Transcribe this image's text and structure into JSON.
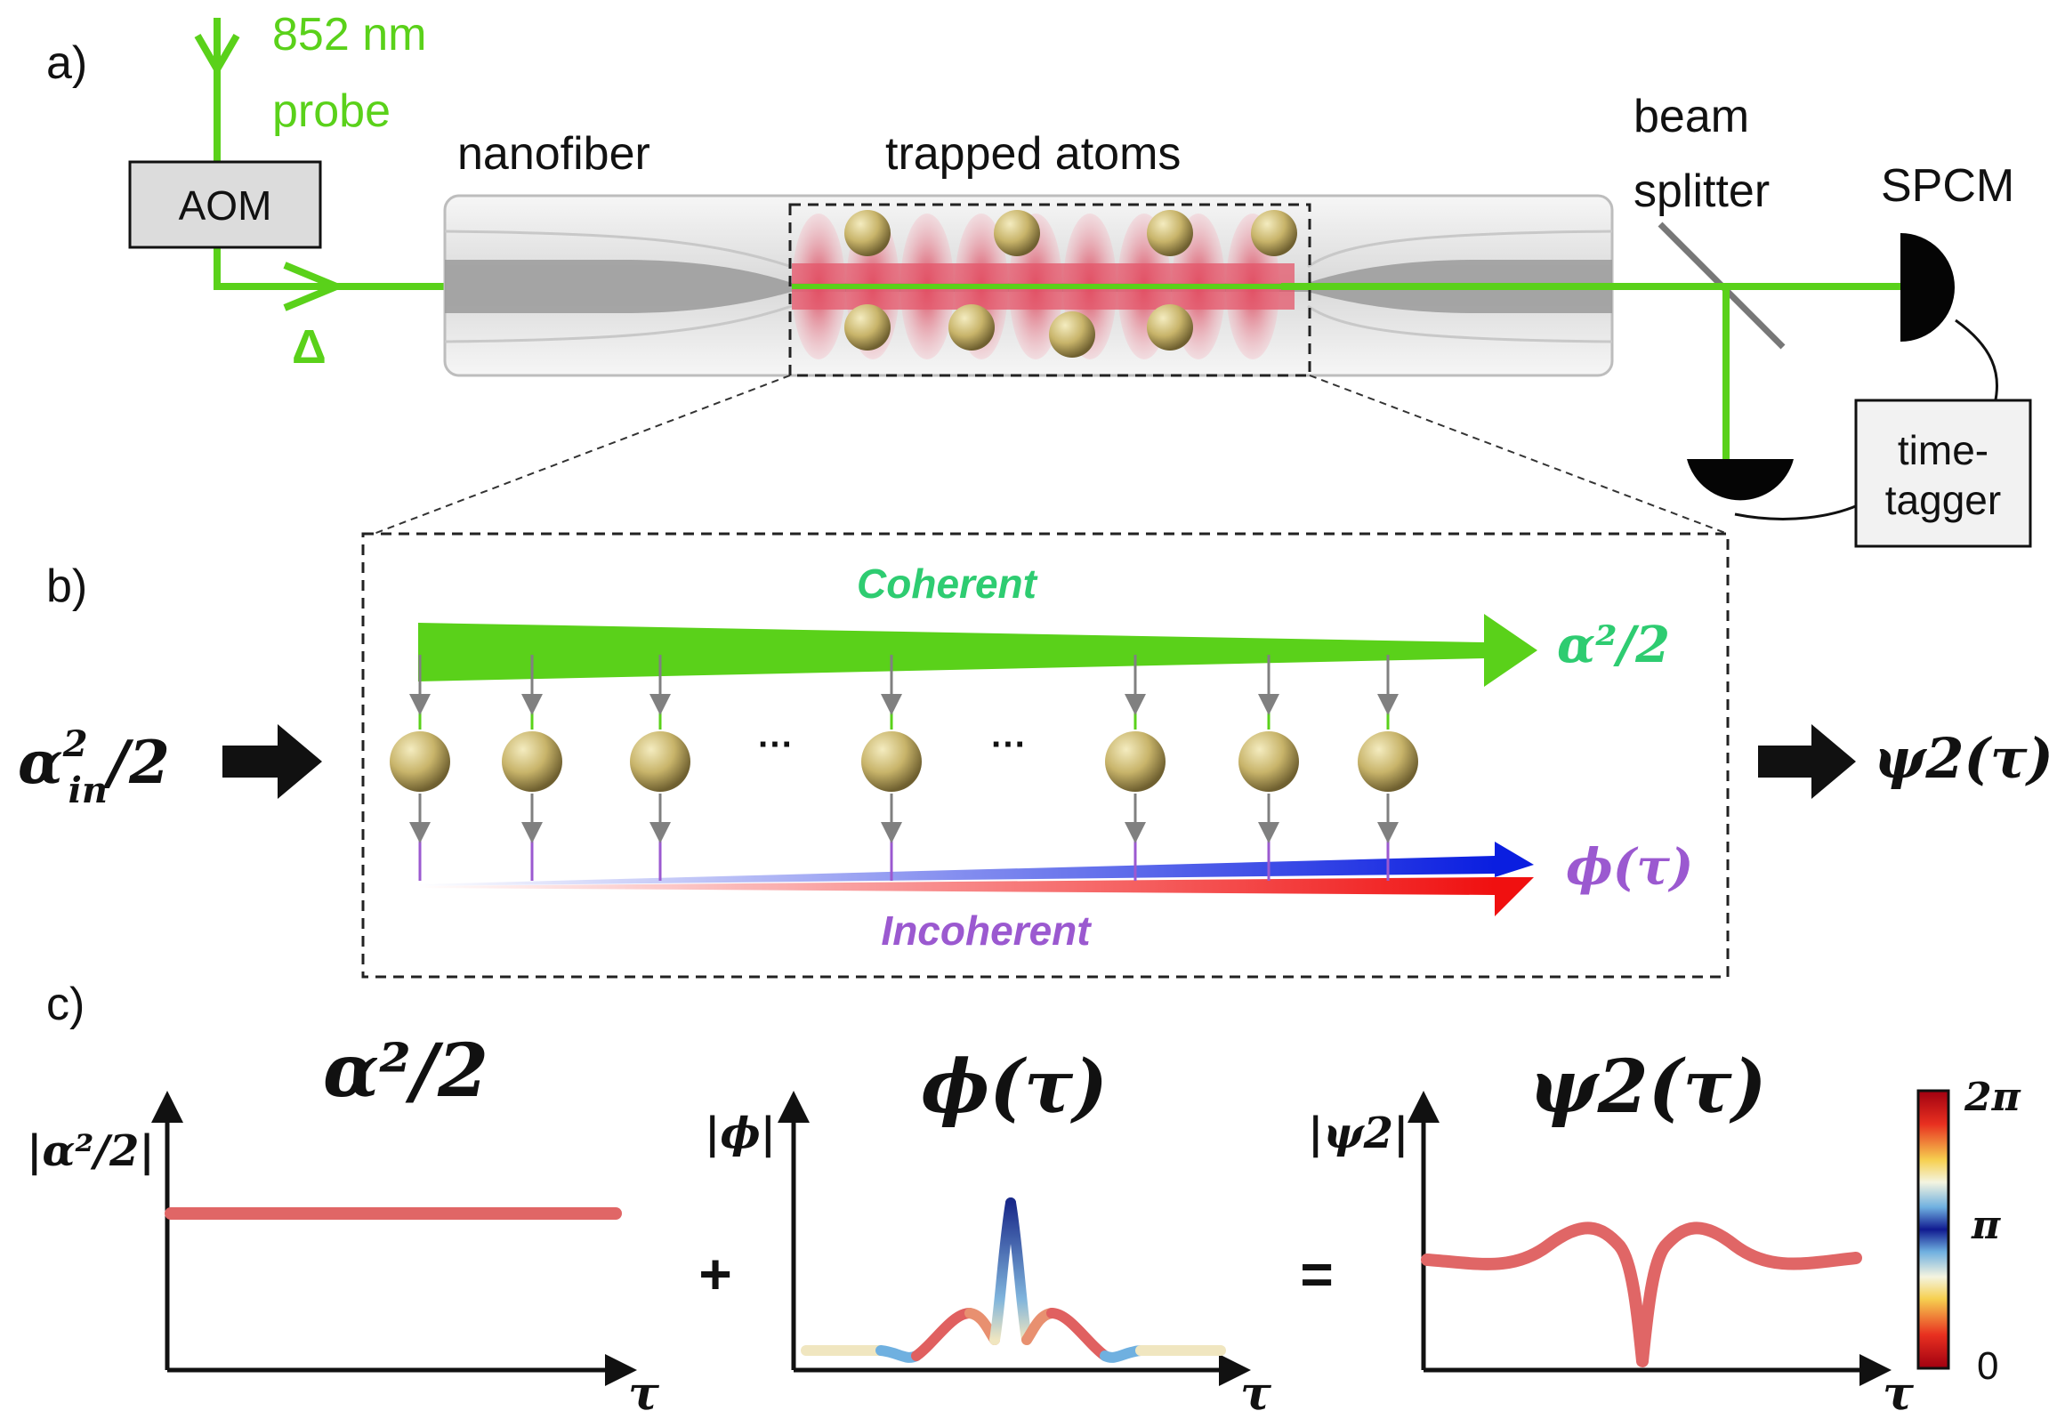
{
  "panels": {
    "a": "a)",
    "b": "b)",
    "c": "c)"
  },
  "setup": {
    "probe_wavelength": "852 nm",
    "probe_word": "probe",
    "aom": "AOM",
    "detuning": "Δ",
    "nanofiber": "nanofiber",
    "trapped_atoms": "trapped atoms",
    "beam_splitter_line1": "beam",
    "beam_splitter_line2": "splitter",
    "spcm": "SPCM",
    "time_tagger_line1": "time-",
    "time_tagger_line2": "tagger"
  },
  "model": {
    "input": "α²in/2",
    "input_base": "α",
    "input_sup": "2",
    "input_sub": "in",
    "input_tail": "/2",
    "coherent_label": "Coherent",
    "incoherent_label": "Incoherent",
    "coherent_out": "α²/2",
    "incoherent_out": "ϕ(τ)",
    "output": "ψ2(τ)",
    "ellipsis": "···"
  },
  "plots": {
    "p1_title": "α²/2",
    "p1_ylabel": "|α²/2|",
    "p2_title": "ϕ(τ)",
    "p2_ylabel": "|ϕ|",
    "p3_title": "ψ2(τ)",
    "p3_ylabel": "|ψ2|",
    "xlabel": "τ",
    "plus": "+",
    "equals": "=",
    "colorbar_top": "2π",
    "colorbar_mid": "π",
    "colorbar_bottom": "0"
  },
  "colors": {
    "laser_green": "#5ad11a",
    "coherent_green": "#2ecc71",
    "incoherent_purple": "#9b59d0",
    "atom_gold": "#c8b46a",
    "trap_red": "#e06070",
    "curve_red": "#e06666"
  },
  "chart_data": [
    {
      "type": "line",
      "title": "α²/2",
      "ylabel": "|α²/2|",
      "xlabel": "τ",
      "shape": "constant"
    },
    {
      "type": "line",
      "title": "ϕ(τ)",
      "ylabel": "|ϕ|",
      "xlabel": "τ",
      "shape": "sharp central peak with oscillating side lobes, color encodes phase 0 to 2π"
    },
    {
      "type": "line",
      "title": "ψ2(τ)",
      "ylabel": "|ψ2|",
      "xlabel": "τ",
      "shape": "flat baseline with central dip to zero",
      "colorbar": [
        "0",
        "π",
        "2π"
      ]
    }
  ]
}
